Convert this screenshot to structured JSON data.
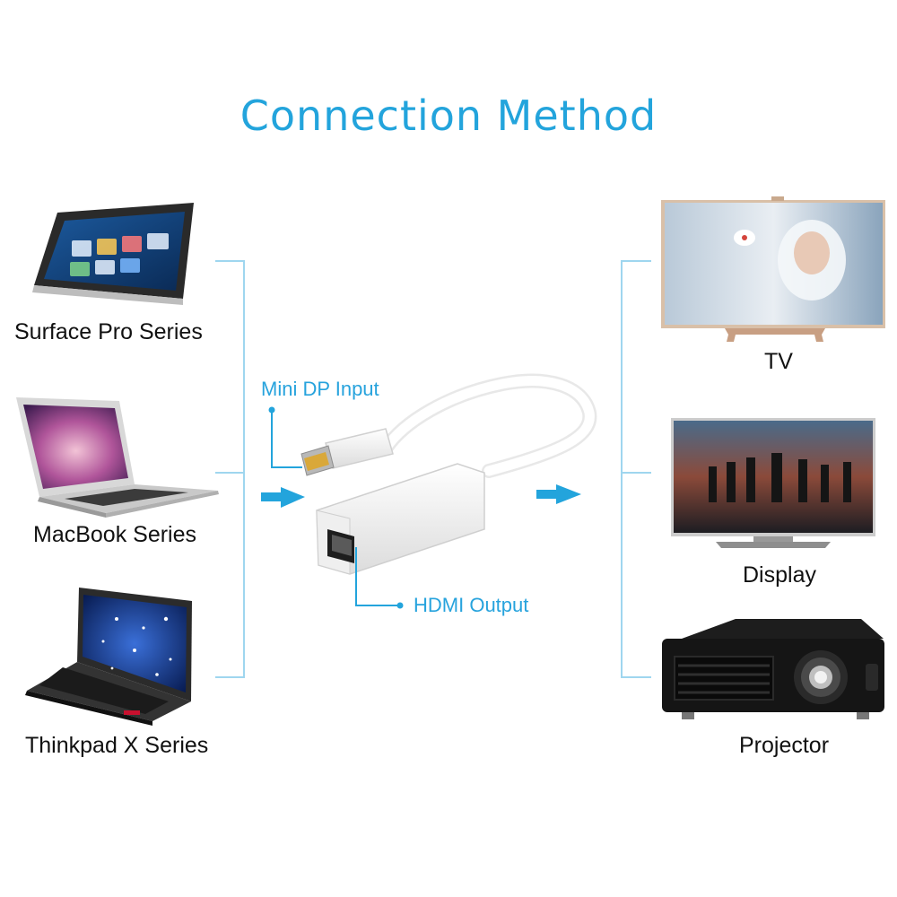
{
  "title": "Connection Method",
  "sources": [
    {
      "label": "Surface Pro Series",
      "icon": "tablet-icon"
    },
    {
      "label": "MacBook Series",
      "icon": "laptop-icon"
    },
    {
      "label": "Thinkpad X Series",
      "icon": "laptop-icon"
    }
  ],
  "targets": [
    {
      "label": "TV",
      "icon": "tv-icon"
    },
    {
      "label": "Display",
      "icon": "monitor-icon"
    },
    {
      "label": "Projector",
      "icon": "projector-icon"
    }
  ],
  "adapter": {
    "input_label": "Mini DP Input",
    "output_label": "HDMI Output"
  },
  "colors": {
    "accent": "#23a4dc",
    "text": "#111111",
    "line": "#9fd6ef"
  }
}
